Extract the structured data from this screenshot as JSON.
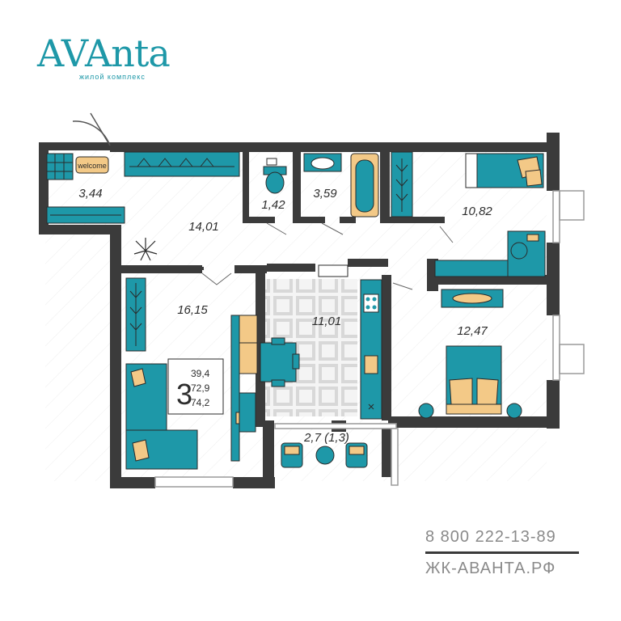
{
  "brand": {
    "name": "AVAnta",
    "tagline": "жилой комплекс",
    "color": "#1e98a8"
  },
  "plan": {
    "welcome_mat": "welcome",
    "rooms": [
      {
        "id": "entry",
        "area": "3,44"
      },
      {
        "id": "hall",
        "area": "14,01"
      },
      {
        "id": "wc",
        "area": "1,42"
      },
      {
        "id": "bath",
        "area": "3,59"
      },
      {
        "id": "bedroom-top",
        "area": "10,82"
      },
      {
        "id": "living",
        "area": "16,15"
      },
      {
        "id": "kitchen",
        "area": "11,01"
      },
      {
        "id": "bedroom-right",
        "area": "12,47"
      },
      {
        "id": "loggia",
        "area": "2,7 (1,3)"
      }
    ],
    "summary": {
      "rooms_count": "3",
      "living_area": "39,4",
      "total_area": "72,9",
      "total_with_balcony": "74,2"
    }
  },
  "contacts": {
    "phone": "8 800 222-13-89",
    "site": "ЖК-АВАНТА.РФ"
  },
  "colors": {
    "wall": "#3b3b3b",
    "furniture": "#1e98a8",
    "accent": "#f3c987",
    "floor_line": "#e6e6e6"
  }
}
